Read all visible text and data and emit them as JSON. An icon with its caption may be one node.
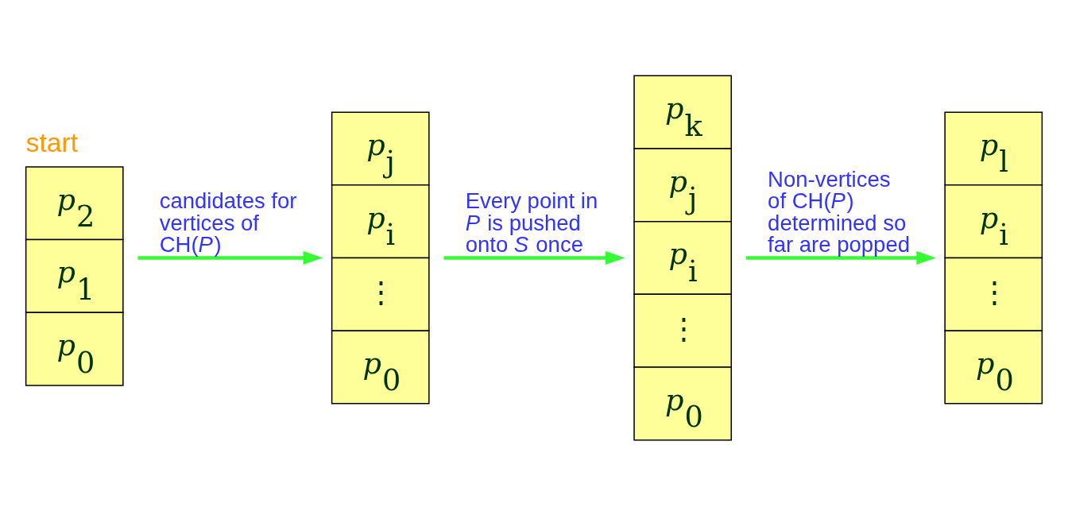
{
  "diagram": {
    "nodes": [
      {
        "text": [
          "*p*$_{2}$",
          "*p*$_{1}$",
          "*p*$_{0}$"
        ],
        "beside": [
          "start"
        ]
      },
      {
        "text": [
          "*p*$_{j}$",
          "*p*$_{i}$",
          "⋮",
          "*p*$_{0}$"
        ]
      },
      {
        "text": [
          "*p*$_{k}$",
          "*p*$_{j}$",
          "*p*$_{i}$",
          "⋮",
          "*p*$_{0}$"
        ]
      },
      {
        "text": [
          "*p*$_{l}$",
          "*p*$_{i}$",
          "⋮",
          "*p*$_{0}$"
        ]
      }
    ],
    "edges": [
      {
        "from": 0,
        "to": 1,
        "arrow": "to",
        "label": "candidates for vertices of CH(*P*)"
      },
      {
        "from": 1,
        "to": 2,
        "arrow": "to",
        "label": "Every point in *P* is pushed onto *S* once"
      },
      {
        "from": 2,
        "to": 3,
        "arrow": "to",
        "label": "Non-vertices of CH(*P*) determined so far are popped"
      }
    ]
  }
}
